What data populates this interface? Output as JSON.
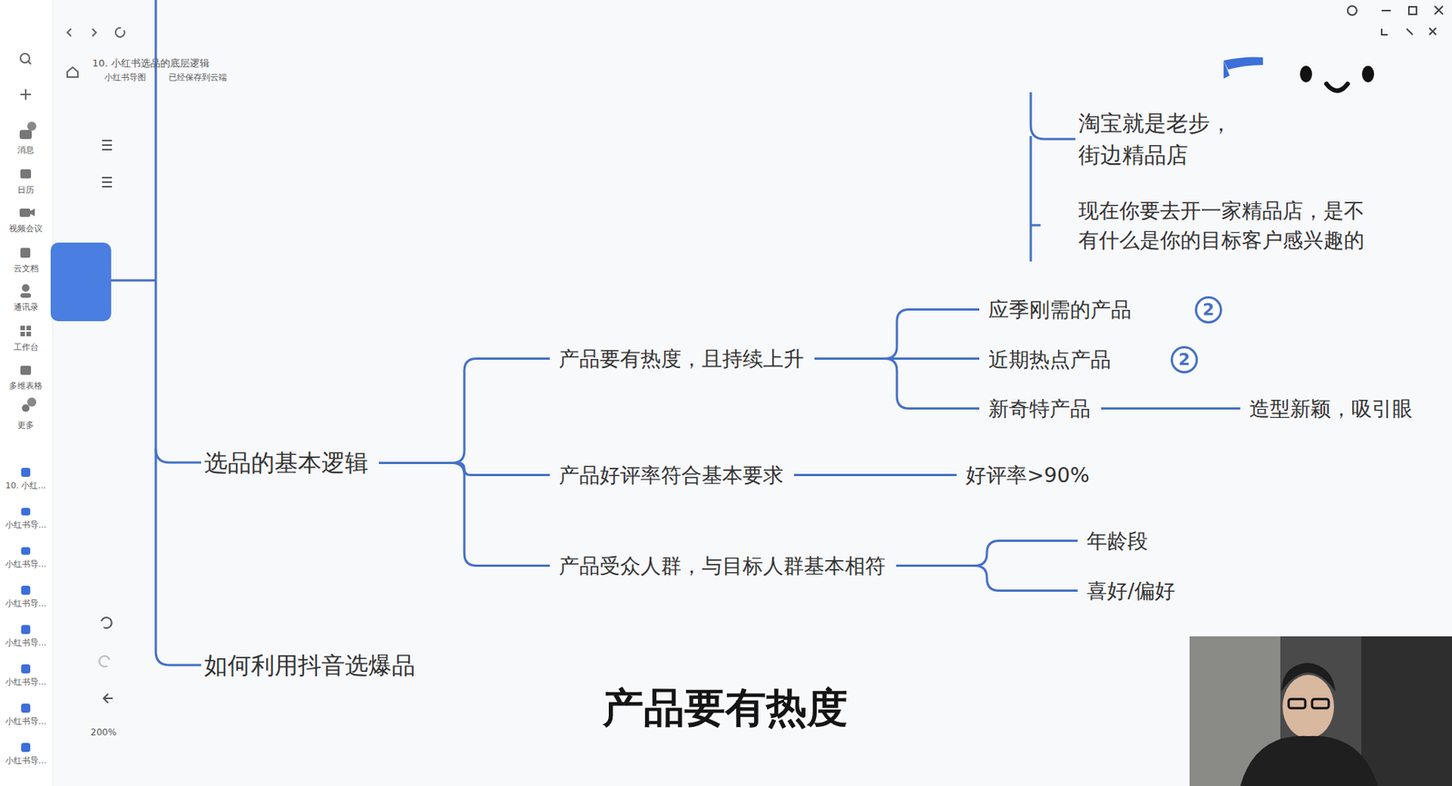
{
  "diagram": {
    "nodes": [
      {
        "text": [
          "淘宝就是老步， 街边精品店"
        ]
      },
      {
        "text": [
          "现在你要去开一家精品店，是不 有什么是你的目标客户感兴趣的"
        ]
      },
      {
        "text": [
          "选品的基本逻辑"
        ]
      },
      {
        "text": [
          "产品要有热度，且持续上升"
        ]
      },
      {
        "text": [
          "应季刚需的产品"
        ]
      },
      {
        "text": [
          "近期热点产品"
        ]
      },
      {
        "text": [
          "新奇特产品"
        ]
      },
      {
        "text": [
          "造型新颖，吸引眼"
        ]
      },
      {
        "text": [
          "产品好评率符合基本要求"
        ]
      },
      {
        "text": [
          "好评率>90%"
        ]
      },
      {
        "text": [
          "产品受众人群，与目标人群基本相符"
        ]
      },
      {
        "text": [
          "年龄段"
        ]
      },
      {
        "text": [
          "喜好/偏好"
        ]
      },
      {
        "text": [
          "如何利用抖音选爆品"
        ]
      }
    ],
    "edges": [
      {
        "from": 2,
        "to": 3,
        "arrow": "none"
      },
      {
        "from": 2,
        "to": 8,
        "arrow": "none"
      },
      {
        "from": 2,
        "to": 10,
        "arrow": "none"
      },
      {
        "from": 3,
        "to": 4,
        "arrow": "none"
      },
      {
        "from": 3,
        "to": 5,
        "arrow": "none"
      },
      {
        "from": 3,
        "to": 6,
        "arrow": "none"
      },
      {
        "from": 6,
        "to": 7,
        "arrow": "none"
      },
      {
        "from": 8,
        "to": 9,
        "arrow": "none"
      },
      {
        "from": 10,
        "to": 11,
        "arrow": "none"
      },
      {
        "from": 10,
        "to": 12,
        "arrow": "none"
      }
    ],
    "labels": [
      "10. 小红书选品的底层逻辑",
      "小红书导图",
      "已经保存到云端",
      "消息",
      "日历",
      "视频会议",
      "云文档",
      "通讯录",
      "工作台",
      "多维表格",
      "更多",
      "10. 小红...",
      "小红书导...",
      "小红书导...",
      "小红书导...",
      "小红书导...",
      "小红书导...",
      "小红书导...",
      "小红书导...",
      "200%",
      "2",
      "2",
      "产品要有热度"
    ]
  }
}
